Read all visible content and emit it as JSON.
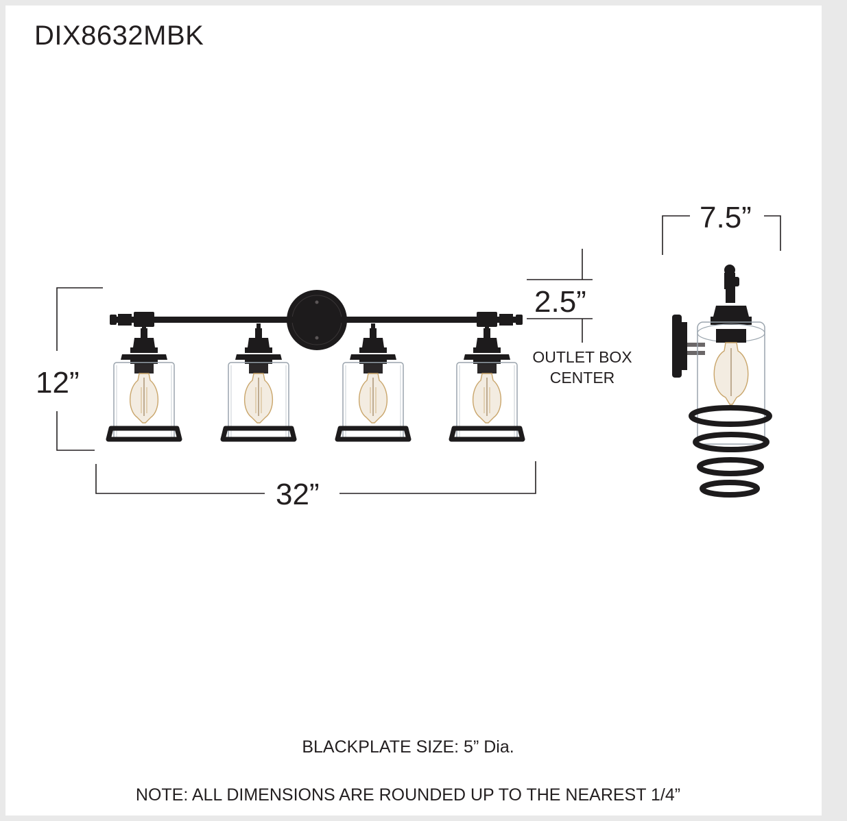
{
  "model_number": "DIX8632MBK",
  "dimensions": {
    "height": "12”",
    "width": "32”",
    "depth": "7.5”",
    "outlet_box_offset": "2.5”"
  },
  "outlet_box_label": [
    "OUTLET BOX",
    "CENTER"
  ],
  "footer": {
    "backplate": "BLACKPLATE SIZE: 5” Dia.",
    "note": "NOTE: ALL DIMENSIONS ARE ROUNDED UP TO THE NEAREST 1/4”"
  },
  "colors": {
    "fixture": "#1d1b1c",
    "line": "#231f20",
    "glass": "#9aa4ad",
    "bulb": "#c9a56a"
  }
}
